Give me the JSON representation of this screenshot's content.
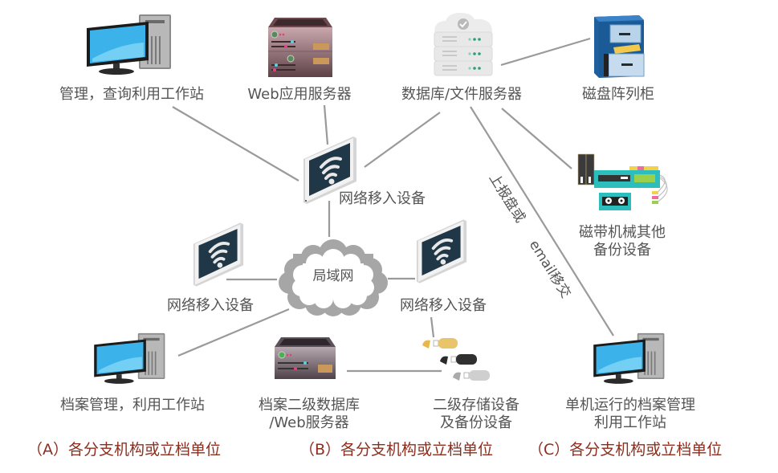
{
  "nodes": {
    "mgmt_workstation": "管理，查询利用工作站",
    "web_server": "Web应用服务器",
    "db_file_server": "数据库/文件服务器",
    "disk_array": "磁盘阵列柜",
    "ap_top": "网络移入设备",
    "ap_left": "网络移入设备",
    "ap_right": "网络移入设备",
    "lan": "局域网",
    "tape_backup_line1": "磁带机械其他",
    "tape_backup_line2": "备份设备",
    "archive_workstation": "档案管理，利用工作站",
    "secondary_db_line1": "档案二级数据库",
    "secondary_db_line2": "/Web服务器",
    "usb_storage_line1": "二级存储设备",
    "usb_storage_line2": "及备份设备",
    "standalone_line1": "单机运行的档案管理",
    "standalone_line2": "利用工作站"
  },
  "annotations": {
    "report_part1": "上报盘或",
    "report_part2": "email移交"
  },
  "units": {
    "a": "（A）各分支机构或立档单位",
    "b": "（B）各分支机构或立档单位",
    "c": "（C）各分支机构或立档单位"
  },
  "colors": {
    "label": "#555555",
    "unit_label": "#8b2e1e",
    "line": "#9a9a9a",
    "cloud": "#a6a6a6"
  }
}
